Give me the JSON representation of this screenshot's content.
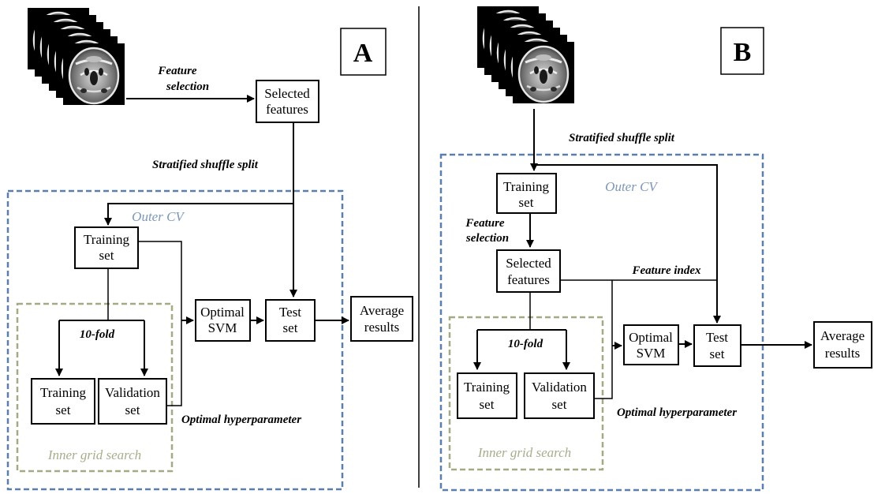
{
  "panels": [
    {
      "letter": "A",
      "feature_selection": [
        "Feature",
        "selection"
      ],
      "selected_features": [
        "Selected",
        "features"
      ],
      "stratified_shuffle_split": "Stratified shuffle split",
      "outer_cv": "Outer CV",
      "training_set": [
        "Training",
        "set"
      ],
      "ten_fold": "10-fold",
      "inner_training_set": [
        "Training",
        "set"
      ],
      "validation_set": [
        "Validation",
        "set"
      ],
      "optimal_svm": [
        "Optimal",
        "SVM"
      ],
      "test_set": [
        "Test",
        "set"
      ],
      "average_results": [
        "Average",
        "results"
      ],
      "optimal_hyperparameter": "Optimal hyperparameter",
      "inner_grid_search": "Inner grid search"
    },
    {
      "letter": "B",
      "stratified_shuffle_split": "Stratified shuffle split",
      "outer_cv": "Outer CV",
      "training_set": [
        "Training",
        "set"
      ],
      "feature_selection": [
        "Feature",
        "selection"
      ],
      "selected_features": [
        "Selected",
        "features"
      ],
      "feature_index": "Feature index",
      "ten_fold": "10-fold",
      "inner_training_set": [
        "Training",
        "set"
      ],
      "validation_set": [
        "Validation",
        "set"
      ],
      "optimal_svm": [
        "Optimal",
        "SVM"
      ],
      "test_set": [
        "Test",
        "set"
      ],
      "average_results": [
        "Average",
        "results"
      ],
      "optimal_hyperparameter": "Optimal hyperparameter",
      "inner_grid_search": "Inner grid search"
    }
  ],
  "colors": {
    "outer_cv": "#5a7fae",
    "inner_grid": "#a3aa86",
    "line": "#000000"
  },
  "icons": [
    "mri-slice-stack-icon"
  ]
}
